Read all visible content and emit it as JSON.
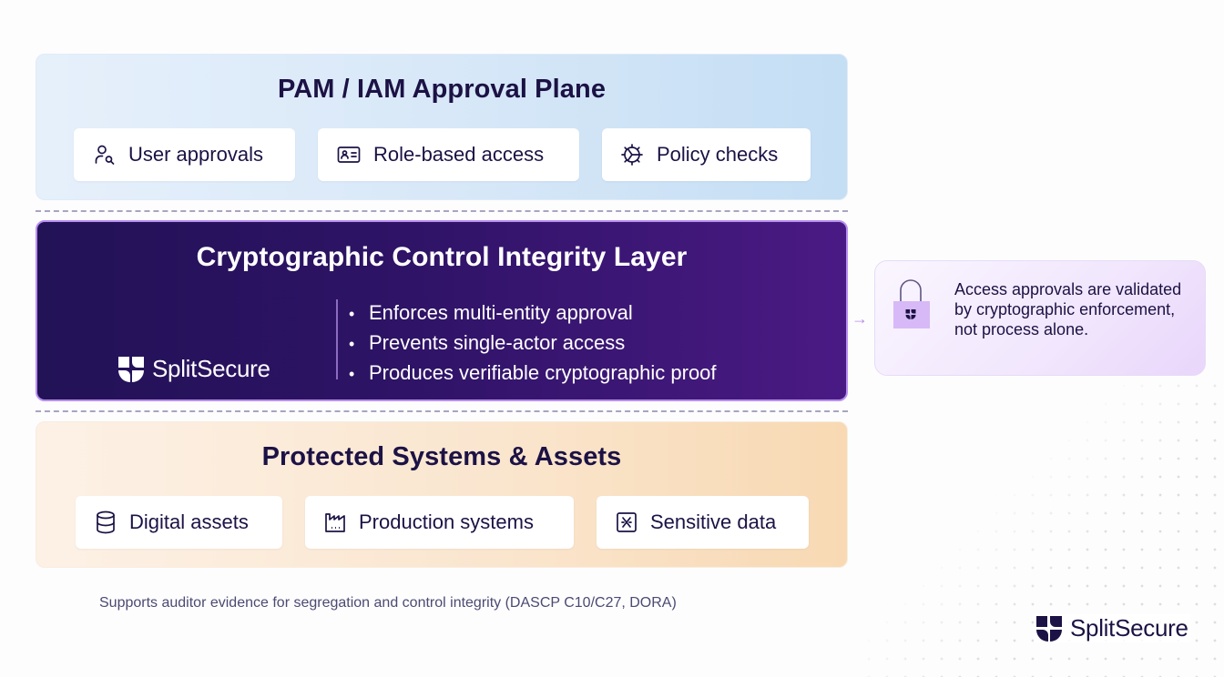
{
  "top_layer": {
    "title": "PAM / IAM Approval Plane",
    "chips": [
      {
        "label": "User approvals",
        "icon": "user-search-icon"
      },
      {
        "label": "Role-based access",
        "icon": "id-card-icon"
      },
      {
        "label": "Policy checks",
        "icon": "gear-play-icon"
      }
    ],
    "colors": {
      "start": "#e6f0fb",
      "end": "#c4def4"
    }
  },
  "middle_layer": {
    "title": "Cryptographic Control Integrity Layer",
    "logo_text": "SplitSecure",
    "bullets": [
      "Enforces multi-entity approval",
      "Prevents single-actor access",
      "Produces verifiable cryptographic proof"
    ],
    "colors": {
      "start": "#221256",
      "end": "#4a1a84",
      "border": "#b88ef0"
    }
  },
  "bottom_layer": {
    "title": "Protected Systems & Assets",
    "chips": [
      {
        "label": "Digital assets",
        "icon": "database-icon"
      },
      {
        "label": "Production systems",
        "icon": "factory-icon"
      },
      {
        "label": "Sensitive data",
        "icon": "vault-icon"
      }
    ],
    "colors": {
      "start": "#fdf1e6",
      "end": "#f8d9b3"
    }
  },
  "callout": {
    "arrow": "→",
    "text": "Access approvals are validated by cryptographic enforcement, not process alone.",
    "icon": "padlock-shield-icon"
  },
  "footnote": "Supports auditor evidence for segregation and control integrity (DASCP C10/C27, DORA)",
  "brand": {
    "name": "SplitSecure",
    "color": "#1c1245"
  }
}
